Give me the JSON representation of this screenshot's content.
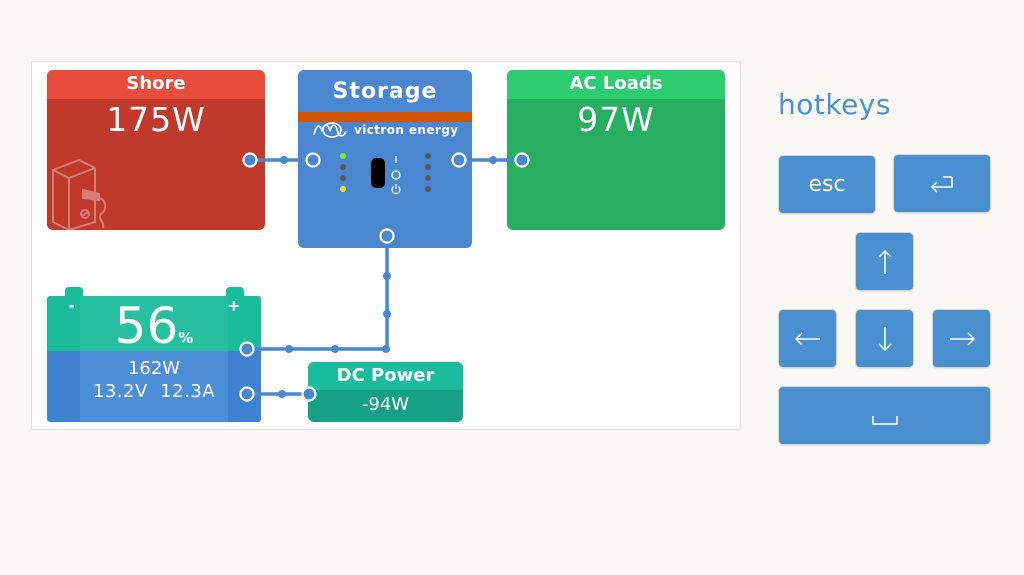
{
  "diagram": {
    "shore": {
      "title": "Shore",
      "value": "175W",
      "icon": "shore-power-icon"
    },
    "storage": {
      "title": "Storage",
      "brand": "victron energy",
      "brand_icon": "victron-logo-icon",
      "leds_left": [
        "#7bea1f",
        "#5a5a5a",
        "#5a5a5a",
        "#f0e430"
      ],
      "leds_right": [
        "#5a5a5a",
        "#5a5a5a",
        "#5a5a5a",
        "#5a5a5a"
      ],
      "switch_labels": [
        "I",
        "O",
        "power-icon"
      ]
    },
    "ac_loads": {
      "title": "AC Loads",
      "value": "97W"
    },
    "battery": {
      "soc": "56",
      "soc_unit": "%",
      "negative_label": "-",
      "positive_label": "+",
      "power": "162W",
      "voltage_current": "13.2V  12.3A"
    },
    "dc_power": {
      "title": "DC Power",
      "value": "-94W"
    }
  },
  "hotkeys": {
    "title": "hotkeys",
    "keys": {
      "esc": "esc",
      "enter": "enter-icon",
      "up": "arrow-up-icon",
      "left": "arrow-left-icon",
      "down": "arrow-down-icon",
      "right": "arrow-right-icon",
      "space": "space-icon"
    }
  },
  "colors": {
    "shore_header": "#e74c3c",
    "shore_body": "#c0392b",
    "storage": "#4a87d0",
    "storage_stripe": "#d35400",
    "ac_header": "#2ecc71",
    "ac_body": "#27ae60",
    "battery_top": "#1abc9c",
    "battery_bottom": "#4182d0",
    "dc_header": "#1abc9c",
    "dc_body": "#16a085",
    "wire": "#4a87d0",
    "hotkey": "#4a90d0",
    "hotkey_title": "#4a90d2"
  }
}
